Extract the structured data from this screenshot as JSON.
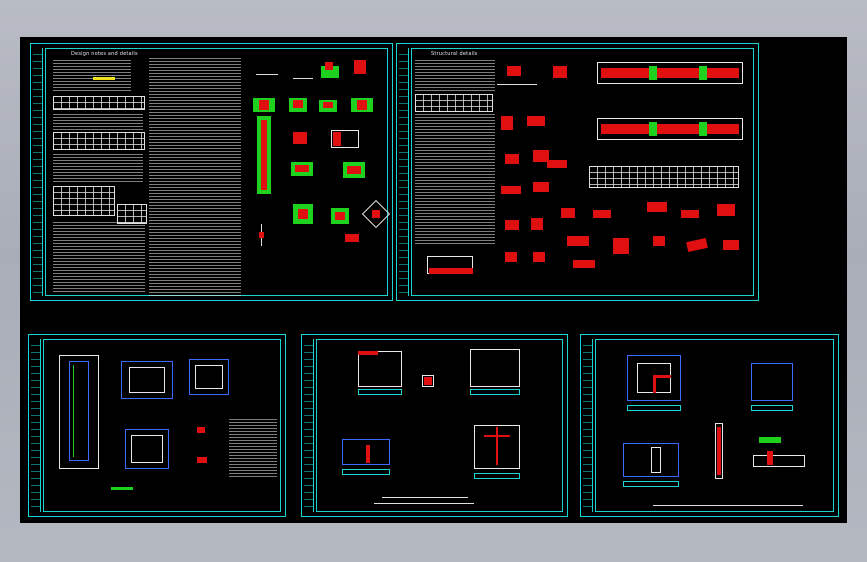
{
  "viewport": {
    "background": "#000000",
    "frame_color": "#1ad4d4",
    "accent_red": "#e01010",
    "accent_green": "#1fd11f",
    "accent_blue": "#3b6cff",
    "accent_yellow": "#f0e020"
  },
  "sheets": [
    {
      "id": "sheet-1",
      "title": "Design notes and details"
    },
    {
      "id": "sheet-2",
      "title": "Structural details"
    },
    {
      "id": "sheet-3",
      "title": ""
    },
    {
      "id": "sheet-4",
      "title": ""
    },
    {
      "id": "sheet-5",
      "title": ""
    }
  ]
}
